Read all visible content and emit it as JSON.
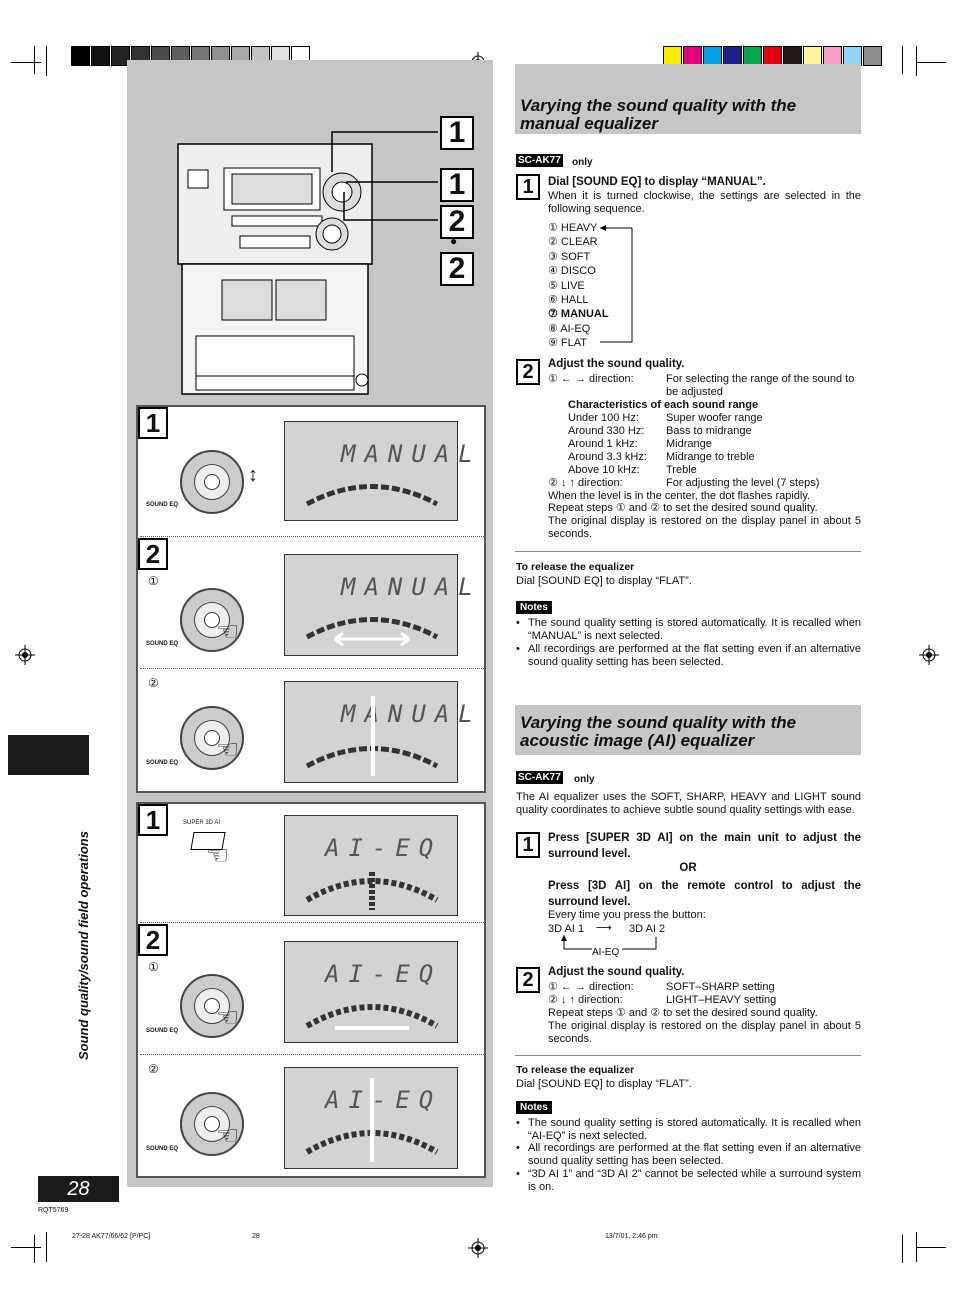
{
  "section1": {
    "title": "Varying the sound quality with the manual equalizer",
    "model_tag": "SC-AK77",
    "model_suffix": "only",
    "step1": {
      "heading": "Dial [SOUND EQ] to display “MANUAL”.",
      "body": "When it is turned clockwise, the settings are selected in the following sequence.",
      "sequence": [
        "① HEAVY",
        "② CLEAR",
        "③ SOFT",
        "④ DISCO",
        "⑤ LIVE",
        "⑥ HALL",
        "⑦ MANUAL",
        "⑧ AI-EQ",
        "⑨ FLAT"
      ]
    },
    "step2": {
      "heading": "Adjust the sound quality.",
      "dir1_key": "① ← → direction:",
      "dir1_val": "For selecting the range of the sound to be adjusted",
      "char_heading": "Characteristics of each sound range",
      "ranges": [
        [
          "Under 100 Hz:",
          "Super woofer range"
        ],
        [
          "Around 330 Hz:",
          "Bass to midrange"
        ],
        [
          "Around 1 kHz:",
          "Midrange"
        ],
        [
          "Around 3.3 kHz:",
          "Midrange to treble"
        ],
        [
          "Above 10 kHz:",
          "Treble"
        ]
      ],
      "dir2_key": "② ↓ ↑ direction:",
      "dir2_val": "For adjusting the level (7 steps)",
      "line1": "When the level is in the center, the dot flashes rapidly.",
      "line2": "Repeat steps ① and ② to set the desired sound quality.",
      "line3": "The original display is restored on the display panel in about 5 seconds."
    },
    "release_heading": "To release the equalizer",
    "release_body": "Dial [SOUND EQ] to display “FLAT”.",
    "notes_label": "Notes",
    "notes": [
      "The sound quality setting is stored automatically. It is recalled when “MANUAL” is next selected.",
      "All recordings are performed at the flat setting even if an alternative sound quality setting has been selected."
    ]
  },
  "section2": {
    "title": "Varying the sound quality with the acoustic image (AI) equalizer",
    "model_tag": "SC-AK77",
    "model_suffix": "only",
    "intro": "The AI equalizer uses the SOFT, SHARP, HEAVY and LIGHT sound quality coordinates to achieve subtle sound quality settings with ease.",
    "step1": {
      "heading_a": "Press [SUPER 3D AI] on the main unit to adjust the surround level.",
      "or": "OR",
      "heading_b": "Press [3D AI] on the remote control to adjust the surround level.",
      "body": "Every time you press the button:",
      "seq_a": "3D AI 1",
      "seq_b": "3D AI 2",
      "seq_c": "AI-EQ"
    },
    "step2": {
      "heading": "Adjust the sound quality.",
      "dir1_key": "① ← → direction:",
      "dir1_val": "SOFT–SHARP setting",
      "dir2_key": "② ↓ ↑ direction:",
      "dir2_val": "LIGHT–HEAVY setting",
      "line1": "Repeat steps ① and ② to set the desired sound quality.",
      "line2": "The original display is restored on the display panel in about 5 seconds."
    },
    "release_heading": "To release the equalizer",
    "release_body": "Dial [SOUND EQ] to display “FLAT”.",
    "notes_label": "Notes",
    "notes": [
      "The sound quality setting is stored automatically. It is recalled when “AI-EQ” is next selected.",
      "All recordings are performed at the flat setting even if an alternative sound quality setting has been selected.",
      "“3D AI 1” and “3D AI 2” cannot be selected while a surround system is on."
    ]
  },
  "figure": {
    "manual_display": "MANUAL",
    "aieq_display": "AI-EQ",
    "sound_eq_label": "SOUND EQ",
    "super3d_label": "SUPER 3D AI",
    "sub1": "①",
    "sub2": "②",
    "step_nums": [
      "1",
      "1",
      "2",
      "2",
      "1",
      "2",
      "1",
      "2"
    ],
    "bullet": "●"
  },
  "sidebar_text": "Sound quality/sound field operations",
  "page_number": "28",
  "doc_code": "RQT5769",
  "footer_left": "27-28 AK77/66/62 [P/PC]",
  "footer_mid": "28",
  "footer_right": "13/7/01, 2:46 pm",
  "colors": {
    "gray_scale": [
      "#000000",
      "#111111",
      "#222222",
      "#333333",
      "#4a4a4a",
      "#5e5e5e",
      "#777777",
      "#8e8e8e",
      "#a8a8a8",
      "#c4c4c4",
      "#e0e0e0",
      "#ffffff"
    ],
    "color_bar": [
      "#ffeb00",
      "#e4007f",
      "#00a0e9",
      "#1d2088",
      "#00a651",
      "#e60012",
      "#231815",
      "#fff799",
      "#f19ec2",
      "#8fd3f5",
      "#8c8c8c"
    ]
  }
}
